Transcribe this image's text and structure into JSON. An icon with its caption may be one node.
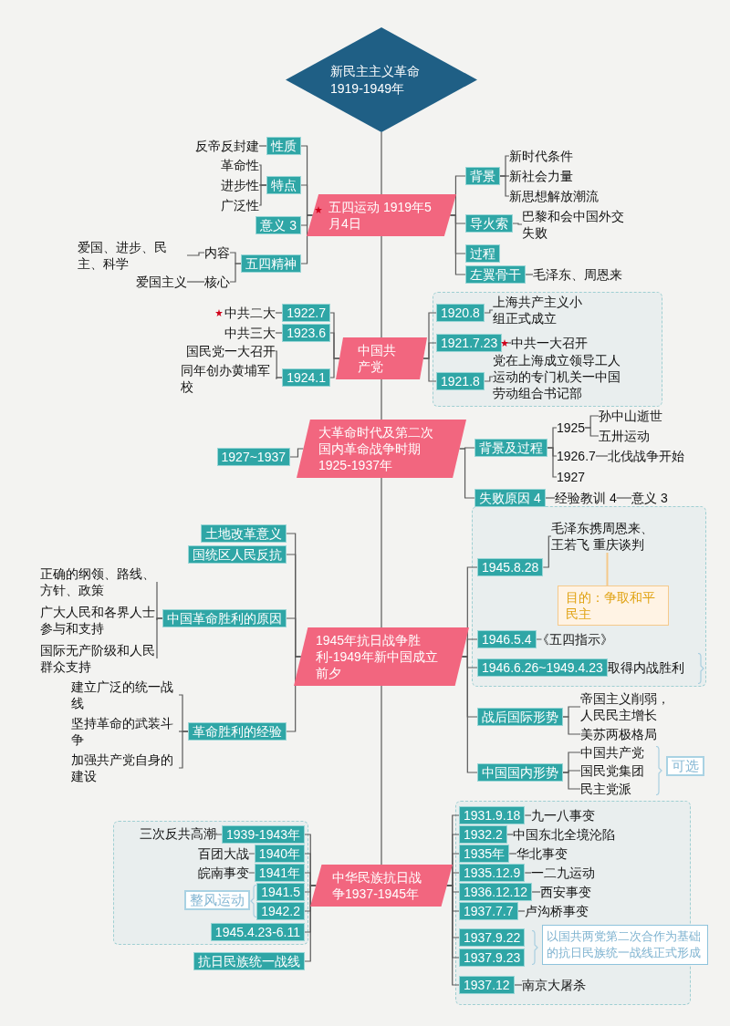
{
  "diagram": {
    "nodes": [
      {
        "text": [
          "新民主主义革命 1919-1949年"
        ]
      },
      {
        "text": [
          "五四运动 1919年5月4日"
        ]
      },
      {
        "text": [
          "性质"
        ]
      },
      {
        "text": [
          "反帝反封建"
        ]
      },
      {
        "text": [
          "特点"
        ]
      },
      {
        "text": [
          "革命性"
        ]
      },
      {
        "text": [
          "进步性"
        ]
      },
      {
        "text": [
          "广泛性"
        ]
      },
      {
        "text": [
          "意义 3"
        ]
      },
      {
        "text": [
          "五四精神"
        ]
      },
      {
        "text": [
          "内容"
        ]
      },
      {
        "text": [
          "爱国、进步、民主、科学"
        ]
      },
      {
        "text": [
          "核心"
        ]
      },
      {
        "text": [
          "爱国主义"
        ]
      },
      {
        "text": [
          "背景"
        ]
      },
      {
        "text": [
          "新时代条件"
        ]
      },
      {
        "text": [
          "新社会力量"
        ]
      },
      {
        "text": [
          "新思想解放潮流"
        ]
      },
      {
        "text": [
          "导火索"
        ]
      },
      {
        "text": [
          "巴黎和会中国外交失败"
        ]
      },
      {
        "text": [
          "过程"
        ]
      },
      {
        "text": [
          "左翼骨干"
        ]
      },
      {
        "text": [
          "毛泽东、周恩来"
        ]
      },
      {
        "text": [
          "中国共产党"
        ]
      },
      {
        "text": [
          "1922.7"
        ]
      },
      {
        "text": [
          "中共二大"
        ]
      },
      {
        "text": [
          "1923.6"
        ]
      },
      {
        "text": [
          "中共三大"
        ]
      },
      {
        "text": [
          "1924.1"
        ]
      },
      {
        "text": [
          "国民党一大召开"
        ]
      },
      {
        "text": [
          "同年创办黄埔军校"
        ]
      },
      {
        "text": [
          "1920.8"
        ]
      },
      {
        "text": [
          "上海共产主义小组正式成立"
        ]
      },
      {
        "text": [
          "1921.7.23"
        ]
      },
      {
        "text": [
          "中共一大召开"
        ]
      },
      {
        "text": [
          "1921.8"
        ]
      },
      {
        "text": [
          "党在上海成立领导工人运动的专门机关一中国劳动组合书记部"
        ]
      },
      {
        "text": [
          "大革命时代及第二次国内革命战争时期1925-1937年"
        ]
      },
      {
        "text": [
          "1927~1937"
        ]
      },
      {
        "text": [
          "背景及过程"
        ]
      },
      {
        "text": [
          "1925"
        ]
      },
      {
        "text": [
          "孙中山逝世"
        ]
      },
      {
        "text": [
          "五卅运动"
        ]
      },
      {
        "text": [
          "1926.7"
        ]
      },
      {
        "text": [
          "北伐战争开始"
        ]
      },
      {
        "text": [
          "1927"
        ]
      },
      {
        "text": [
          "失败原因 4"
        ]
      },
      {
        "text": [
          "经验教训 4"
        ]
      },
      {
        "text": [
          "意义 3"
        ]
      },
      {
        "text": [
          "1945年抗日战争胜利-1949年新中国成立前夕"
        ]
      },
      {
        "text": [
          "土地改革意义"
        ]
      },
      {
        "text": [
          "国统区人民反抗"
        ]
      },
      {
        "text": [
          "中国革命胜利的原因"
        ]
      },
      {
        "text": [
          "正确的纲领、路线、方针、政策"
        ]
      },
      {
        "text": [
          "广大人民和各界人士参与和支持"
        ]
      },
      {
        "text": [
          "国际无产阶级和人民群众支持"
        ]
      },
      {
        "text": [
          "革命胜利的经验"
        ]
      },
      {
        "text": [
          "建立广泛的统一战线"
        ]
      },
      {
        "text": [
          "坚持革命的武装斗争"
        ]
      },
      {
        "text": [
          "加强共产党自身的建设"
        ]
      },
      {
        "text": [
          "1945.8.28"
        ]
      },
      {
        "text": [
          "毛泽东携周恩来、王若飞 重庆谈判"
        ]
      },
      {
        "text": [
          "目的：争取和平民主"
        ]
      },
      {
        "text": [
          "1946.5.4"
        ]
      },
      {
        "text": [
          "《五四指示》"
        ]
      },
      {
        "text": [
          "1946.6.26~1949.4.23"
        ]
      },
      {
        "text": [
          "取得内战胜利"
        ]
      },
      {
        "text": [
          "战后国际形势"
        ]
      },
      {
        "text": [
          "帝国主义削弱，人民民主增长"
        ]
      },
      {
        "text": [
          "美苏两极格局"
        ]
      },
      {
        "text": [
          "中国国内形势"
        ]
      },
      {
        "text": [
          "中国共产党"
        ]
      },
      {
        "text": [
          "国民党集团"
        ]
      },
      {
        "text": [
          "民主党派"
        ]
      },
      {
        "text": [
          "可选"
        ]
      },
      {
        "text": [
          "中华民族抗日战争1937-1945年"
        ]
      },
      {
        "text": [
          "1939-1943年"
        ]
      },
      {
        "text": [
          "三次反共高潮"
        ]
      },
      {
        "text": [
          "1940年"
        ]
      },
      {
        "text": [
          "百团大战"
        ]
      },
      {
        "text": [
          "1941年"
        ]
      },
      {
        "text": [
          "皖南事变"
        ]
      },
      {
        "text": [
          "1941.5"
        ]
      },
      {
        "text": [
          "1942.2"
        ]
      },
      {
        "text": [
          "整风运动"
        ]
      },
      {
        "text": [
          "1945.4.23-6.11"
        ]
      },
      {
        "text": [
          "抗日民族统一战线"
        ]
      },
      {
        "text": [
          "1931.9.18"
        ]
      },
      {
        "text": [
          "九一八事变"
        ]
      },
      {
        "text": [
          "1932.2"
        ]
      },
      {
        "text": [
          "中国东北全境沦陷"
        ]
      },
      {
        "text": [
          "1935年"
        ]
      },
      {
        "text": [
          "华北事变"
        ]
      },
      {
        "text": [
          "1935.12.9"
        ]
      },
      {
        "text": [
          "一二九运动"
        ]
      },
      {
        "text": [
          "1936.12.12"
        ]
      },
      {
        "text": [
          "西安事变"
        ]
      },
      {
        "text": [
          "1937.7.7"
        ]
      },
      {
        "text": [
          "卢沟桥事变"
        ]
      },
      {
        "text": [
          "1937.9.22"
        ]
      },
      {
        "text": [
          "1937.9.23"
        ]
      },
      {
        "text": [
          "以国共两党第二次合作为基础的抗日民族统一战线正式形成"
        ]
      },
      {
        "text": [
          "1937.12"
        ]
      },
      {
        "text": [
          "南京大屠杀"
        ]
      }
    ],
    "edges": [
      {
        "from": 0,
        "to": 1,
        "arrow": "none"
      },
      {
        "from": 1,
        "to": 2,
        "arrow": "none"
      },
      {
        "from": 2,
        "to": 3,
        "arrow": "none"
      },
      {
        "from": 1,
        "to": 4,
        "arrow": "none"
      },
      {
        "from": 4,
        "to": 5,
        "arrow": "none"
      },
      {
        "from": 4,
        "to": 6,
        "arrow": "none"
      },
      {
        "from": 4,
        "to": 7,
        "arrow": "none"
      },
      {
        "from": 1,
        "to": 8,
        "arrow": "none"
      },
      {
        "from": 1,
        "to": 9,
        "arrow": "none"
      },
      {
        "from": 9,
        "to": 10,
        "arrow": "none"
      },
      {
        "from": 10,
        "to": 11,
        "arrow": "none"
      },
      {
        "from": 9,
        "to": 12,
        "arrow": "none"
      },
      {
        "from": 12,
        "to": 13,
        "arrow": "none"
      },
      {
        "from": 1,
        "to": 14,
        "arrow": "none"
      },
      {
        "from": 14,
        "to": 15,
        "arrow": "none"
      },
      {
        "from": 14,
        "to": 16,
        "arrow": "none"
      },
      {
        "from": 14,
        "to": 17,
        "arrow": "none"
      },
      {
        "from": 1,
        "to": 18,
        "arrow": "none"
      },
      {
        "from": 18,
        "to": 19,
        "arrow": "none"
      },
      {
        "from": 1,
        "to": 20,
        "arrow": "none"
      },
      {
        "from": 1,
        "to": 21,
        "arrow": "none"
      },
      {
        "from": 21,
        "to": 22,
        "arrow": "none"
      },
      {
        "from": 1,
        "to": 23,
        "arrow": "none"
      },
      {
        "from": 23,
        "to": 24,
        "arrow": "none"
      },
      {
        "from": 24,
        "to": 25,
        "arrow": "none"
      },
      {
        "from": 23,
        "to": 26,
        "arrow": "none"
      },
      {
        "from": 26,
        "to": 27,
        "arrow": "none"
      },
      {
        "from": 23,
        "to": 28,
        "arrow": "none"
      },
      {
        "from": 28,
        "to": 29,
        "arrow": "none"
      },
      {
        "from": 28,
        "to": 30,
        "arrow": "none"
      },
      {
        "from": 23,
        "to": 31,
        "arrow": "none"
      },
      {
        "from": 31,
        "to": 32,
        "arrow": "none"
      },
      {
        "from": 23,
        "to": 33,
        "arrow": "none"
      },
      {
        "from": 33,
        "to": 34,
        "arrow": "none"
      },
      {
        "from": 23,
        "to": 35,
        "arrow": "none"
      },
      {
        "from": 35,
        "to": 36,
        "arrow": "none"
      },
      {
        "from": 23,
        "to": 37,
        "arrow": "none"
      },
      {
        "from": 37,
        "to": 38,
        "arrow": "none"
      },
      {
        "from": 37,
        "to": 39,
        "arrow": "none"
      },
      {
        "from": 39,
        "to": 40,
        "arrow": "none"
      },
      {
        "from": 40,
        "to": 41,
        "arrow": "none"
      },
      {
        "from": 40,
        "to": 42,
        "arrow": "none"
      },
      {
        "from": 39,
        "to": 43,
        "arrow": "none"
      },
      {
        "from": 43,
        "to": 44,
        "arrow": "none"
      },
      {
        "from": 39,
        "to": 45,
        "arrow": "none"
      },
      {
        "from": 37,
        "to": 46,
        "arrow": "none"
      },
      {
        "from": 46,
        "to": 47,
        "arrow": "none"
      },
      {
        "from": 47,
        "to": 48,
        "arrow": "none"
      },
      {
        "from": 37,
        "to": 49,
        "arrow": "none"
      },
      {
        "from": 49,
        "to": 50,
        "arrow": "none"
      },
      {
        "from": 49,
        "to": 51,
        "arrow": "none"
      },
      {
        "from": 49,
        "to": 52,
        "arrow": "none"
      },
      {
        "from": 52,
        "to": 53,
        "arrow": "none"
      },
      {
        "from": 52,
        "to": 54,
        "arrow": "none"
      },
      {
        "from": 52,
        "to": 55,
        "arrow": "none"
      },
      {
        "from": 49,
        "to": 56,
        "arrow": "none"
      },
      {
        "from": 56,
        "to": 57,
        "arrow": "none"
      },
      {
        "from": 56,
        "to": 58,
        "arrow": "none"
      },
      {
        "from": 56,
        "to": 59,
        "arrow": "none"
      },
      {
        "from": 49,
        "to": 60,
        "arrow": "none"
      },
      {
        "from": 60,
        "to": 61,
        "arrow": "none"
      },
      {
        "from": 61,
        "to": 62,
        "arrow": "none",
        "color": "#f5c98a"
      },
      {
        "from": 49,
        "to": 63,
        "arrow": "none"
      },
      {
        "from": 63,
        "to": 64,
        "arrow": "none"
      },
      {
        "from": 49,
        "to": 65,
        "arrow": "none"
      },
      {
        "from": 65,
        "to": 66,
        "arrow": "none"
      },
      {
        "from": 49,
        "to": 67,
        "arrow": "none"
      },
      {
        "from": 67,
        "to": 68,
        "arrow": "none"
      },
      {
        "from": 67,
        "to": 69,
        "arrow": "none"
      },
      {
        "from": 49,
        "to": 70,
        "arrow": "none"
      },
      {
        "from": 70,
        "to": 71,
        "arrow": "none"
      },
      {
        "from": 70,
        "to": 72,
        "arrow": "none"
      },
      {
        "from": 70,
        "to": 73,
        "arrow": "none"
      },
      {
        "from": 49,
        "to": 75,
        "arrow": "none"
      },
      {
        "from": 75,
        "to": 76,
        "arrow": "none"
      },
      {
        "from": 76,
        "to": 77,
        "arrow": "none"
      },
      {
        "from": 75,
        "to": 78,
        "arrow": "none"
      },
      {
        "from": 78,
        "to": 79,
        "arrow": "none"
      },
      {
        "from": 75,
        "to": 80,
        "arrow": "none"
      },
      {
        "from": 80,
        "to": 81,
        "arrow": "none"
      },
      {
        "from": 75,
        "to": 82,
        "arrow": "none"
      },
      {
        "from": 75,
        "to": 83,
        "arrow": "none"
      },
      {
        "from": 75,
        "to": 85,
        "arrow": "none"
      },
      {
        "from": 75,
        "to": 86,
        "arrow": "none"
      },
      {
        "from": 75,
        "to": 87,
        "arrow": "none"
      },
      {
        "from": 87,
        "to": 88,
        "arrow": "none"
      },
      {
        "from": 75,
        "to": 89,
        "arrow": "none"
      },
      {
        "from": 89,
        "to": 90,
        "arrow": "none"
      },
      {
        "from": 75,
        "to": 91,
        "arrow": "none"
      },
      {
        "from": 91,
        "to": 92,
        "arrow": "none"
      },
      {
        "from": 75,
        "to": 93,
        "arrow": "none"
      },
      {
        "from": 93,
        "to": 94,
        "arrow": "none"
      },
      {
        "from": 75,
        "to": 95,
        "arrow": "none"
      },
      {
        "from": 95,
        "to": 96,
        "arrow": "none"
      },
      {
        "from": 75,
        "to": 97,
        "arrow": "none"
      },
      {
        "from": 97,
        "to": 98,
        "arrow": "none"
      },
      {
        "from": 75,
        "to": 99,
        "arrow": "none"
      },
      {
        "from": 75,
        "to": 100,
        "arrow": "none"
      },
      {
        "from": 75,
        "to": 102,
        "arrow": "none"
      },
      {
        "from": 102,
        "to": 103,
        "arrow": "none"
      }
    ]
  }
}
